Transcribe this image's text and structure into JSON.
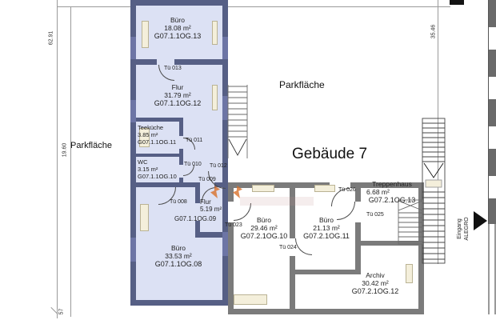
{
  "labels": {
    "parkflaeche_left": "Parkfläche",
    "parkflaeche_mid": "Parkfläche",
    "building_title": "Gebäude 7"
  },
  "dimensions": {
    "left_outer": "62.91",
    "left_inner": "19.60",
    "bottom_left": "57",
    "top_right": "35.46"
  },
  "entrance": {
    "line1": "Eingang",
    "line2": "ALEGRO"
  },
  "building1": {
    "rooms": [
      {
        "name": "Büro",
        "area": "18.08 m²",
        "id": "G07.1.1OG.13"
      },
      {
        "name": "Flur",
        "area": "31.79 m²",
        "id": "G07.1.1OG.12"
      },
      {
        "name": "Teeküche",
        "area": "3.85 m²",
        "id": "G07.1.1OG.11"
      },
      {
        "name": "WC",
        "area": "3.15 m²",
        "id": "G07.1.1OG.10"
      },
      {
        "name": "Flur",
        "area": "5.19 m²",
        "id": "G07.1.1OG.09"
      },
      {
        "name": "Büro",
        "area": "33.53 m²",
        "id": "G07.1.1OG.08"
      }
    ]
  },
  "building2": {
    "rooms": [
      {
        "name": "Büro",
        "area": "29.46 m²",
        "id": "G07.2.1OG.10"
      },
      {
        "name": "Büro",
        "area": "21.13 m²",
        "id": "G07.2.1OG.11"
      },
      {
        "name": "Treppenhaus",
        "area": "6.68 m²",
        "id": "G07.2.1OG.13"
      },
      {
        "name": "Archiv",
        "area": "30.42 m²",
        "id": "G07.2.1OG.12"
      }
    ]
  },
  "doors": [
    {
      "label": "Tü 013"
    },
    {
      "label": "Tü 011"
    },
    {
      "label": "Tü 010"
    },
    {
      "label": "Tü 012"
    },
    {
      "label": "Tü 009"
    },
    {
      "label": "Tü 008"
    },
    {
      "label": "Tü 023"
    },
    {
      "label": "Tü 024"
    },
    {
      "label": "Tü 025"
    },
    {
      "label": "Tü 026"
    }
  ],
  "colors": {
    "wall_blue": "#565f85",
    "room_blue": "#dce1f4",
    "wall_gray": "#7b7b7b",
    "window_beige": "#f4efdb",
    "accent_orange": "#d8702a"
  }
}
